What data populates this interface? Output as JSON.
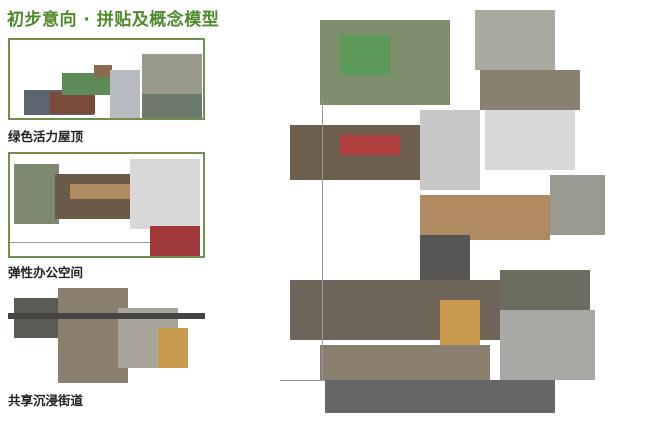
{
  "title": "初步意向 · 拼贴及概念模型",
  "panels": [
    {
      "label": "绿色活力屋顶"
    },
    {
      "label": "弹性办公空间"
    },
    {
      "label": "共享沉浸街道"
    }
  ],
  "colors": {
    "accent": "#4e8a2c",
    "border": "#6e9152"
  }
}
